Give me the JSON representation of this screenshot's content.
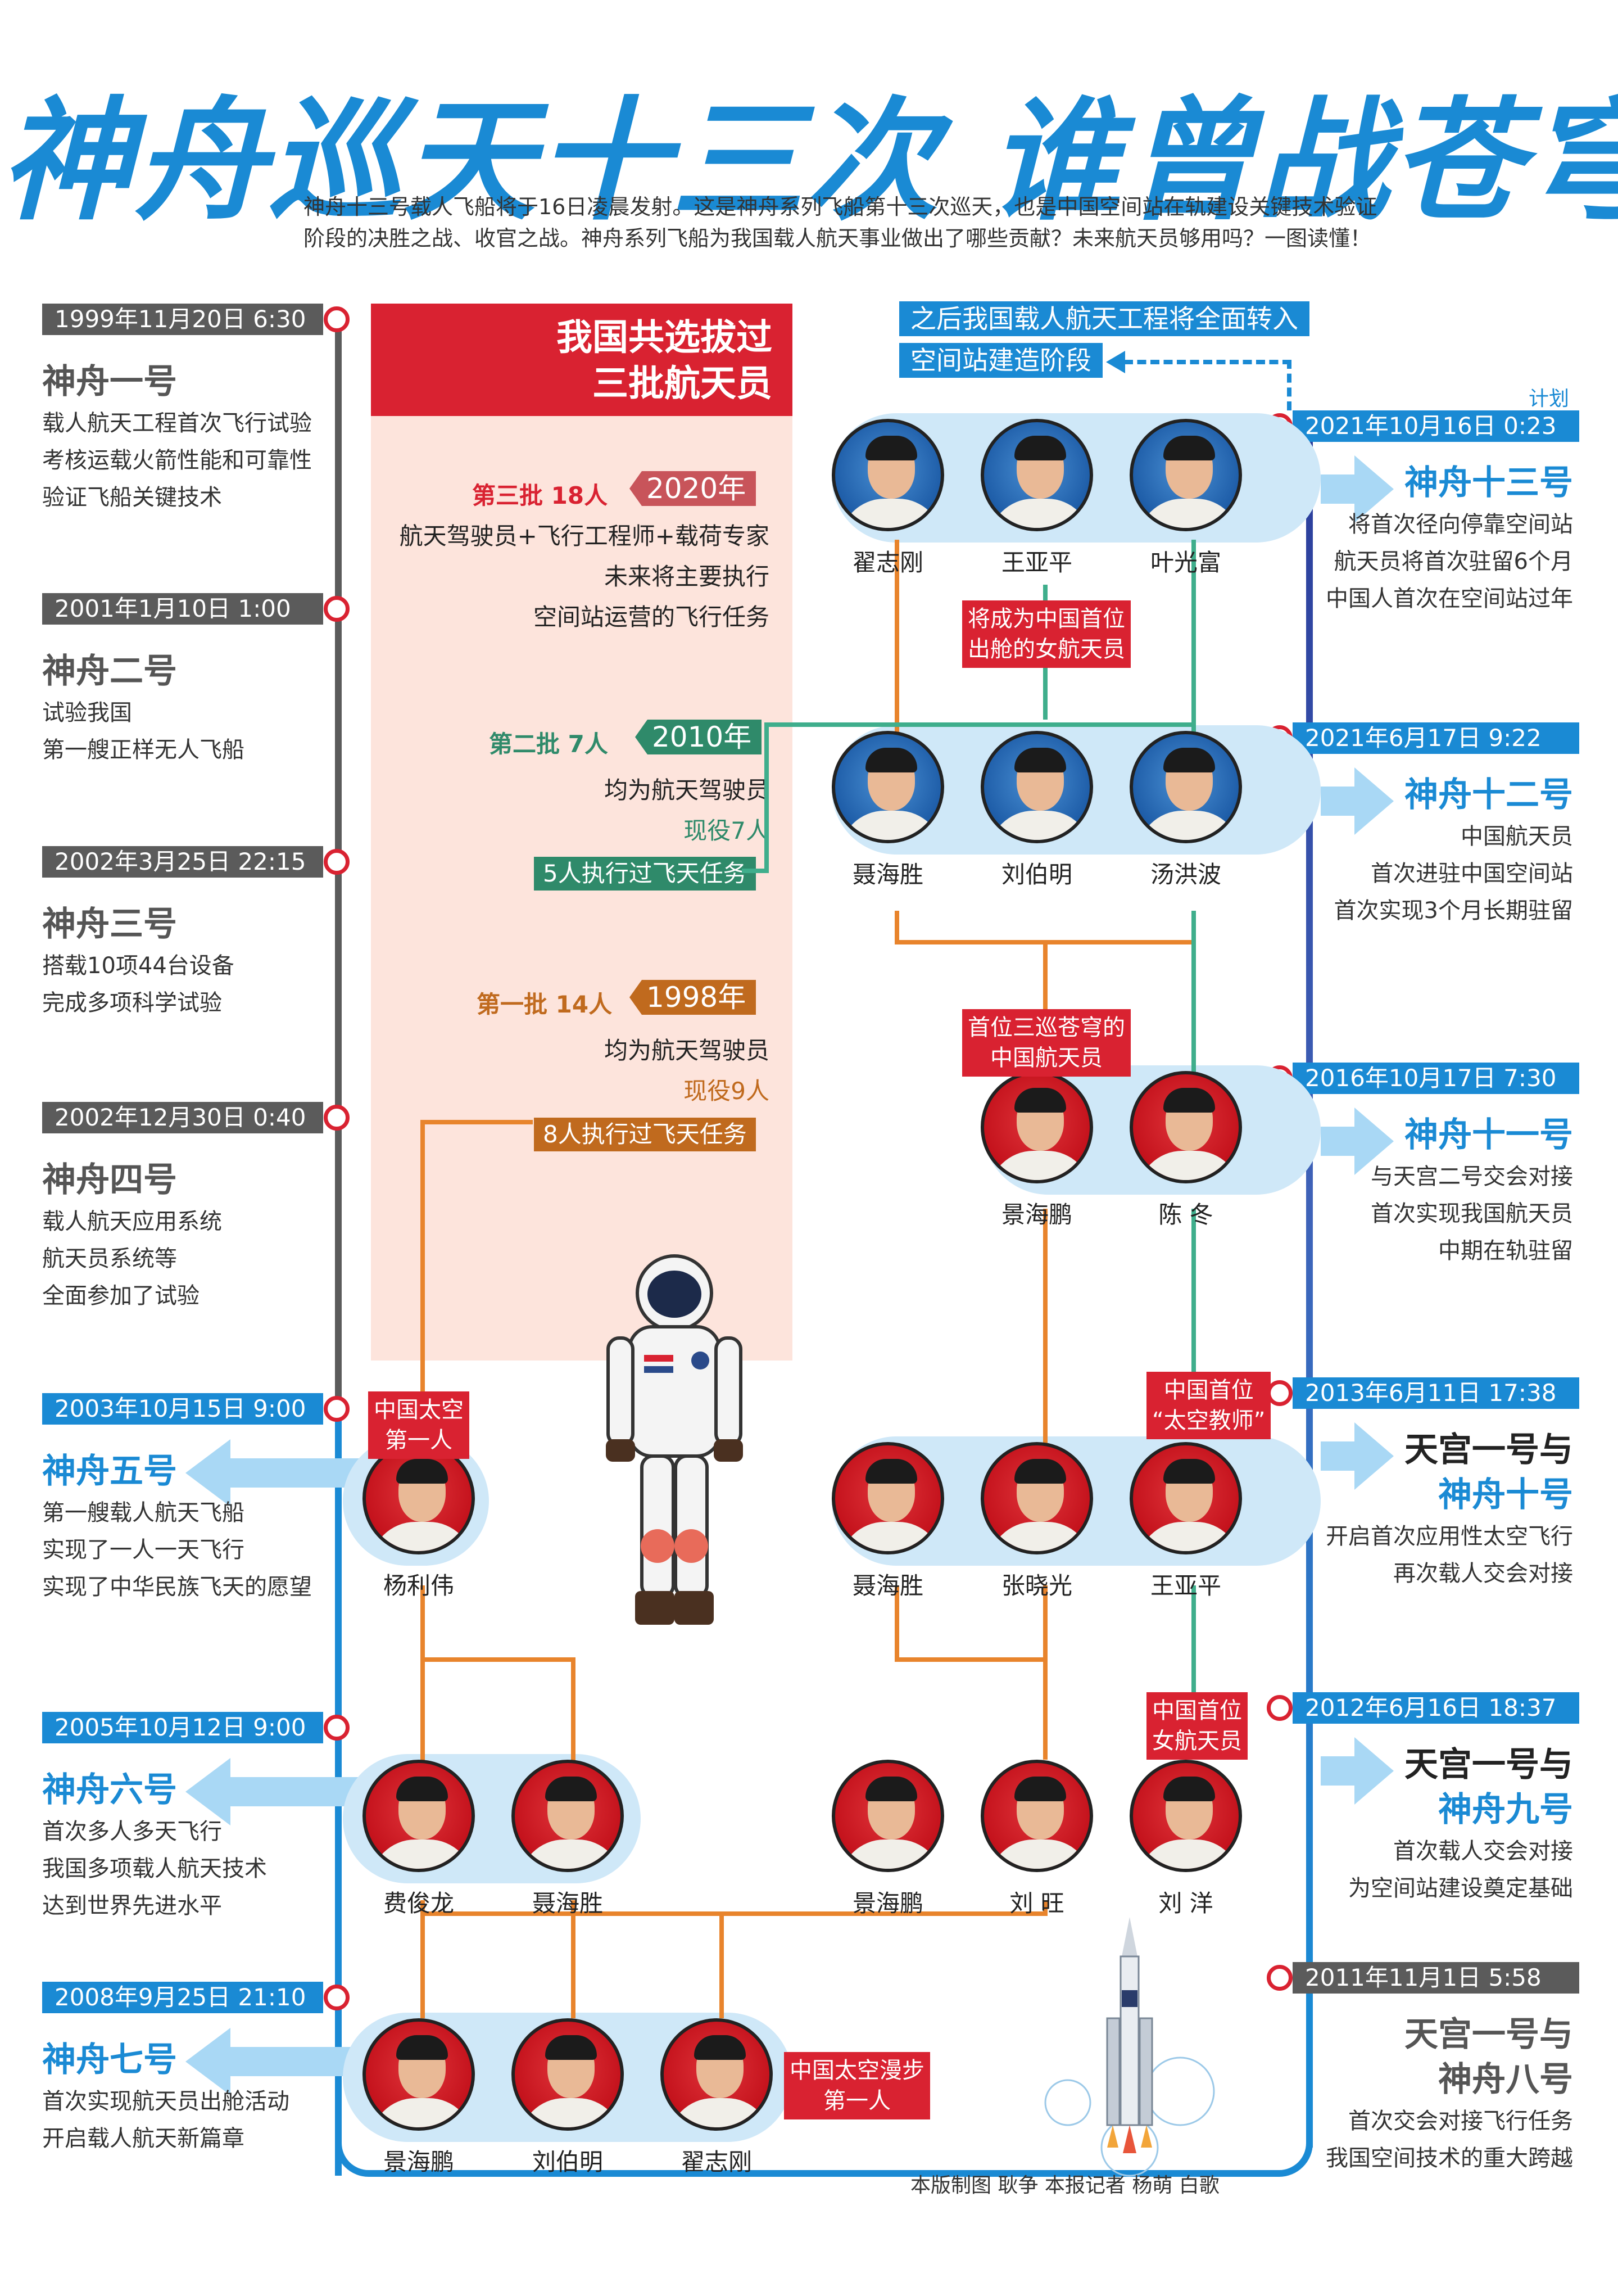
{
  "title": "神舟巡天十三次   谁曾战苍穹",
  "intro": "神舟十三号载人飞船将于16日凌晨发射。这是神舟系列飞船第十三次巡天，也是中国空间站在轨建设关键技术验证阶段的决胜之战、收官之战。神舟系列飞船为我国载人航天事业做出了哪些贡献？未来航天员够用吗？一图读懂！",
  "left_missions": [
    {
      "date": "1999年11月20日  6:30",
      "name": "神舟一号",
      "lines": [
        "载人航天工程首次飞行试验",
        "考核运载火箭性能和可靠性",
        "验证飞船关键技术"
      ]
    },
    {
      "date": "2001年1月10日  1:00",
      "name": "神舟二号",
      "lines": [
        "试验我国",
        "第一艘正样无人飞船"
      ]
    },
    {
      "date": "2002年3月25日  22:15",
      "name": "神舟三号",
      "lines": [
        "搭载10项44台设备",
        "完成多项科学试验"
      ]
    },
    {
      "date": "2002年12月30日  0:40",
      "name": "神舟四号",
      "lines": [
        "载人航天应用系统",
        "航天员系统等",
        "全面参加了试验"
      ]
    },
    {
      "date": "2003年10月15日  9:00",
      "name": "神舟五号",
      "lines": [
        "第一艘载人航天飞船",
        "实现了一人一天飞行",
        "实现了中华民族飞天的愿望"
      ]
    },
    {
      "date": "2005年10月12日  9:00",
      "name": "神舟六号",
      "lines": [
        "首次多人多天飞行",
        "我国多项载人航天技术",
        "达到世界先进水平"
      ]
    },
    {
      "date": "2008年9月25日  21:10",
      "name": "神舟七号",
      "lines": [
        "首次实现航天员出舱活动",
        "开启载人航天新篇章"
      ]
    }
  ],
  "right_missions": [
    {
      "date": "2021年10月16日  0:23",
      "name1": "",
      "name2": "神舟十三号",
      "lines": [
        "将首次径向停靠空间站",
        "航天员将首次驻留6个月",
        "中国人首次在空间站过年"
      ]
    },
    {
      "date": "2021年6月17日  9:22",
      "name1": "",
      "name2": "神舟十二号",
      "lines": [
        "中国航天员",
        "首次进驻中国空间站",
        "首次实现3个月长期驻留"
      ]
    },
    {
      "date": "2016年10月17日  7:30",
      "name1": "",
      "name2": "神舟十一号",
      "lines": [
        "与天宫二号交会对接",
        "首次实现我国航天员",
        "中期在轨驻留"
      ]
    },
    {
      "date": "2013年6月11日  17:38",
      "name1": "天宫一号与",
      "name2": "神舟十号",
      "lines": [
        "开启首次应用性太空飞行",
        "再次载人交会对接"
      ]
    },
    {
      "date": "2012年6月16日  18:37",
      "name1": "天宫一号与",
      "name2": "神舟九号",
      "lines": [
        "首次载人交会对接",
        "为空间站建设奠定基础"
      ]
    },
    {
      "date": "2011年11月1日  5:58",
      "name1": "天宫一号与",
      "name2": "神舟八号",
      "lines": [
        "首次交会对接飞行任务",
        "我国空间技术的重大跨越"
      ]
    }
  ],
  "plan_label": "计划",
  "future": {
    "line1": "之后我国载人航天工程将全面转入",
    "line2": "空间站建造阶段"
  },
  "panel": {
    "title1": "我国共选拔过",
    "title2": "三批航天员",
    "batch3": {
      "label": "第三批  18人",
      "year": "2020年",
      "lines": [
        "航天驾驶员+飞行工程师+载荷专家",
        "未来将主要执行",
        "空间站运营的飞行任务"
      ]
    },
    "batch2": {
      "label": "第二批  7人",
      "year": "2010年",
      "lines": [
        "均为航天驾驶员",
        "现役7人"
      ],
      "flown": "5人执行过飞天任务"
    },
    "batch1": {
      "label": "第一批  14人",
      "year": "1998年",
      "lines": [
        "均为航天驾驶员",
        "现役9人"
      ],
      "flown": "8人执行过飞天任务"
    }
  },
  "astronauts": {
    "sz13": [
      "翟志刚",
      "王亚平",
      "叶光富"
    ],
    "sz12": [
      "聂海胜",
      "刘伯明",
      "汤洪波"
    ],
    "sz11": [
      "景海鹏",
      "陈 冬"
    ],
    "sz10": [
      "聂海胜",
      "张晓光",
      "王亚平"
    ],
    "sz9": [
      "景海鹏",
      "刘 旺",
      "刘 洋"
    ],
    "sz5": [
      "杨利伟"
    ],
    "sz6": [
      "费俊龙",
      "聂海胜"
    ],
    "sz7": [
      "景海鹏",
      "刘伯明",
      "翟志刚"
    ]
  },
  "labels": {
    "first_female_eva": "将成为中国首位\n出舱的女航天员",
    "three_times": "首位三巡苍穹的\n中国航天员",
    "teacher": "中国首位\n“太空教师”",
    "first_female": "中国首位\n女航天员",
    "first_in_space": "中国太空\n第一人",
    "first_eva": "中国太空漫步\n第一人"
  },
  "credit": "本版制图  耿争  本报记者  杨萌  白歌",
  "colors": {
    "blue": "#1a8ad4",
    "red": "#d92231",
    "green": "#2f8a6a",
    "orange": "#c06a1e",
    "grey": "#5b5b5b",
    "lightblue": "#a9d8f5",
    "panel": "#fde4dc"
  }
}
